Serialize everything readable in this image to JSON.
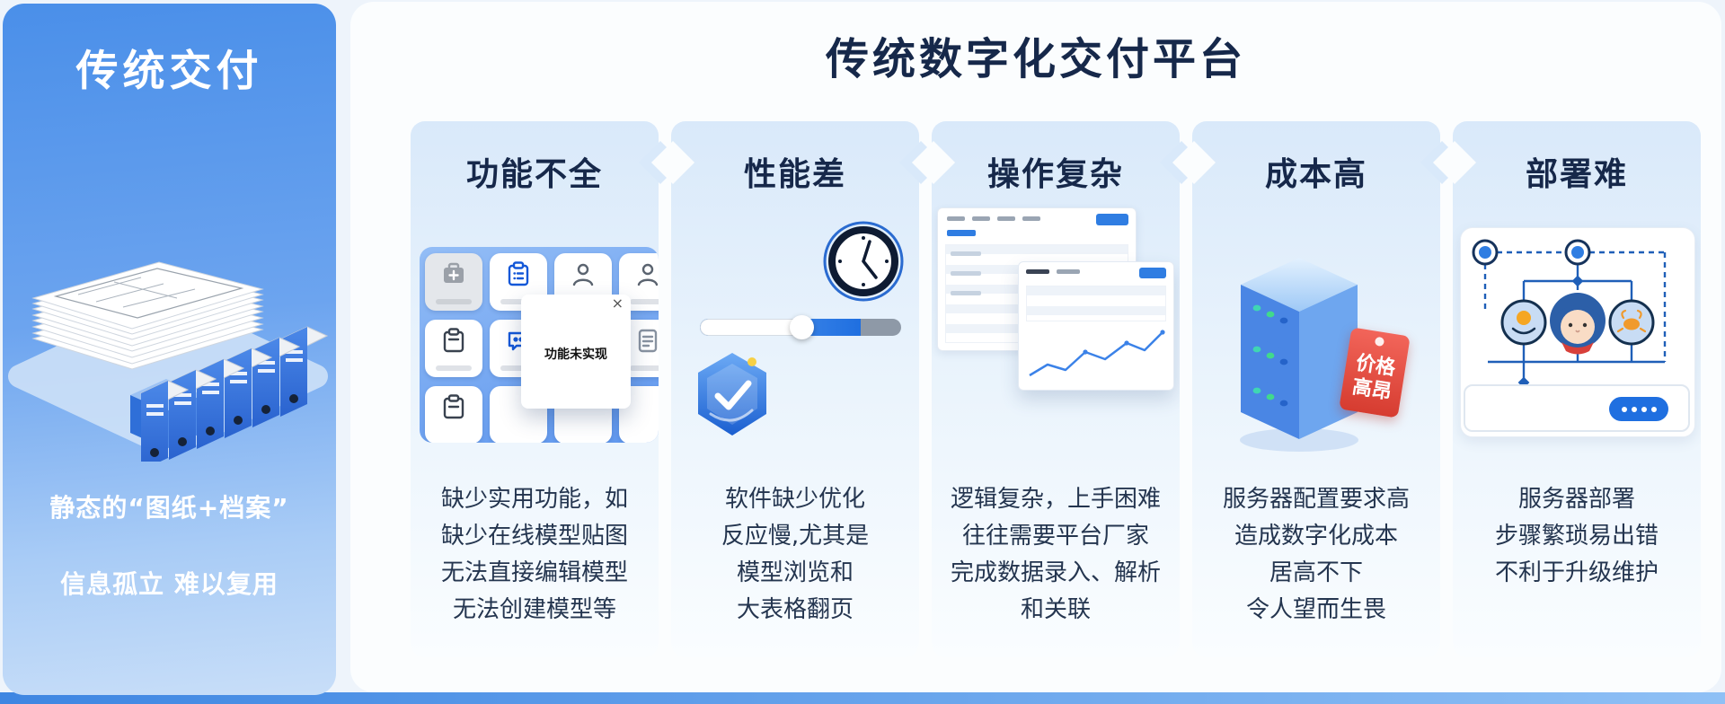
{
  "left_panel": {
    "title": "传统交付",
    "captions": [
      "静态的“图纸+档案”",
      "信息孤立 难以复用"
    ]
  },
  "main": {
    "title": "传统数字化交付平台",
    "cards": [
      {
        "title": "功能不全",
        "popup": {
          "text": "功能未实现",
          "close_glyph": "×"
        },
        "lines": [
          "缺少实用功能，如",
          "缺少在线模型贴图",
          "无法直接编辑模型",
          "无法创建模型等"
        ]
      },
      {
        "title": "性能差",
        "lines": [
          "软件缺少优化",
          "反应慢,尤其是",
          "模型浏览和",
          "大表格翻页"
        ]
      },
      {
        "title": "操作复杂",
        "lines": [
          "逻辑复杂，上手困难",
          "往往需要平台厂家",
          "完成数据录入、解析",
          "和关联"
        ]
      },
      {
        "title": "成本高",
        "price_tag_lines": [
          "价格",
          "高昂"
        ],
        "lines": [
          "服务器配置要求高",
          "造成数字化成本",
          "居高不下",
          "令人望而生畏"
        ]
      },
      {
        "title": "部署难",
        "lines": [
          "服务器部署",
          "步骤繁琐易出错",
          "不利于升级维护"
        ]
      }
    ]
  },
  "colors": {
    "left_top": "#4a8fe9",
    "left_bottom": "#c8def8",
    "panel_bg": "#fbfdfe",
    "card_top": "#d9e9fa",
    "dark_navy": "#16284a",
    "text_navy": "#24354f",
    "accent_blue": "#2f7de2",
    "pill_blue": "#1f6fe0",
    "tag_red": "#d63c30"
  }
}
